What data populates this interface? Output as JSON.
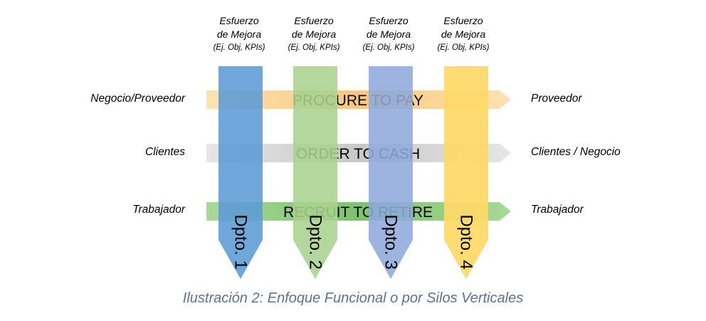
{
  "top_labels": [
    {
      "line1": "Esfuerzo",
      "line2": "de Mejora",
      "line3": "(Ej. Obj, KPIs)"
    },
    {
      "line1": "Esfuerzo",
      "line2": "de Mejora",
      "line3": "(Ej. Obj, KPIs)"
    },
    {
      "line1": "Esfuerzo",
      "line2": "de Mejora",
      "line3": "(Ej. Obj, KPIs)"
    },
    {
      "line1": "Esfuerzo",
      "line2": "de Mejora",
      "line3": "(Ej. Obj, KPIs)"
    }
  ],
  "processes": [
    {
      "name": "PROCURE TO PAY",
      "left": "Negocio/Proveedor",
      "right": "Proveedor",
      "color": "#fdd092"
    },
    {
      "name": "ORDER TO CASH",
      "left": "Clientes",
      "right": "Clientes / Negocio",
      "color": "#d4d4d4"
    },
    {
      "name": "RECRUIT TO RETIRE",
      "left": "Trabajador",
      "right": "Trabajador",
      "color": "#8fcf7e"
    }
  ],
  "departments": [
    {
      "name": "Dpto. 1",
      "color": "#5b9bd5"
    },
    {
      "name": "Dpto. 2",
      "color": "#a9d18e"
    },
    {
      "name": "Dpto. 3",
      "color": "#8eaadb"
    },
    {
      "name": "Dpto. 4",
      "color": "#ffd966"
    }
  ],
  "caption": "Ilustración 2: Enfoque Funcional o por Silos Verticales"
}
